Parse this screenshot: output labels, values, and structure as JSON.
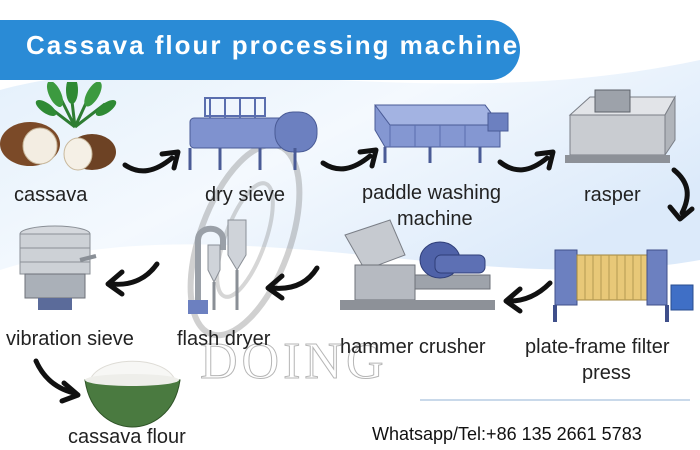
{
  "header": {
    "title": "Cassava flour processing machine"
  },
  "steps": {
    "cassava": "cassava",
    "dry_sieve": "dry sieve",
    "paddle_washing_1": "paddle washing",
    "paddle_washing_2": "machine",
    "rasper": "rasper",
    "plate_frame_1": "plate-frame filter",
    "plate_frame_2": "press",
    "hammer_crusher": "hammer crusher",
    "flash_dryer": "flash dryer",
    "vibration_sieve": "vibration sieve",
    "cassava_flour": "cassava flour"
  },
  "footer": {
    "contact": "Whatsapp/Tel:+86 135 2661 5783"
  },
  "watermark": {
    "text": "DOING"
  },
  "colors": {
    "banner": "#2a8bd6",
    "machine": "#6a7fc4",
    "arrow": "#111111"
  }
}
